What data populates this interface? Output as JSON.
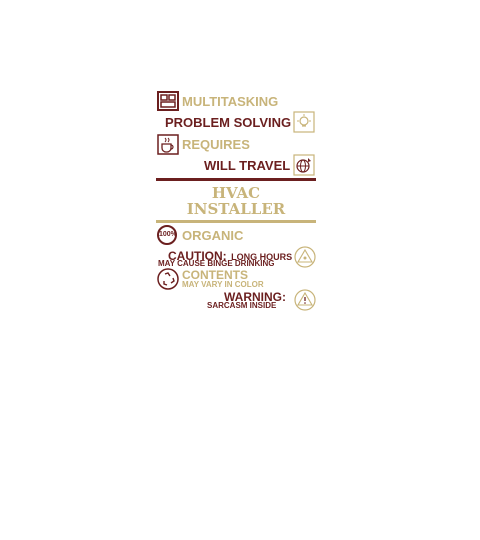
{
  "colors": {
    "maroon": "#6b1f1f",
    "gold": "#c8b47a"
  },
  "lines": {
    "multitasking": "MULTITASKING",
    "problem_solving": "PROBLEM SOLVING",
    "requires": "REQUIRES",
    "will_travel": "WILL TRAVEL",
    "title_1": "HVAC",
    "title_2": "INSTALLER",
    "organic": "ORGANIC",
    "organic_badge": "100%",
    "caution": "CAUTION:",
    "long_hours": "LONG HOURS",
    "binge": "MAY CAUSE BINGE DRINKING",
    "contents": "CONTENTS",
    "vary": "MAY VARY IN COLOR",
    "warning": "WARNING:",
    "sarcasm": "SARCASM INSIDE"
  },
  "icons": [
    "grid-icon",
    "lightbulb-icon",
    "coffee-cup-icon",
    "globe-icon",
    "organic-badge-icon",
    "radiation-icon",
    "recycle-icon",
    "warning-icon"
  ]
}
